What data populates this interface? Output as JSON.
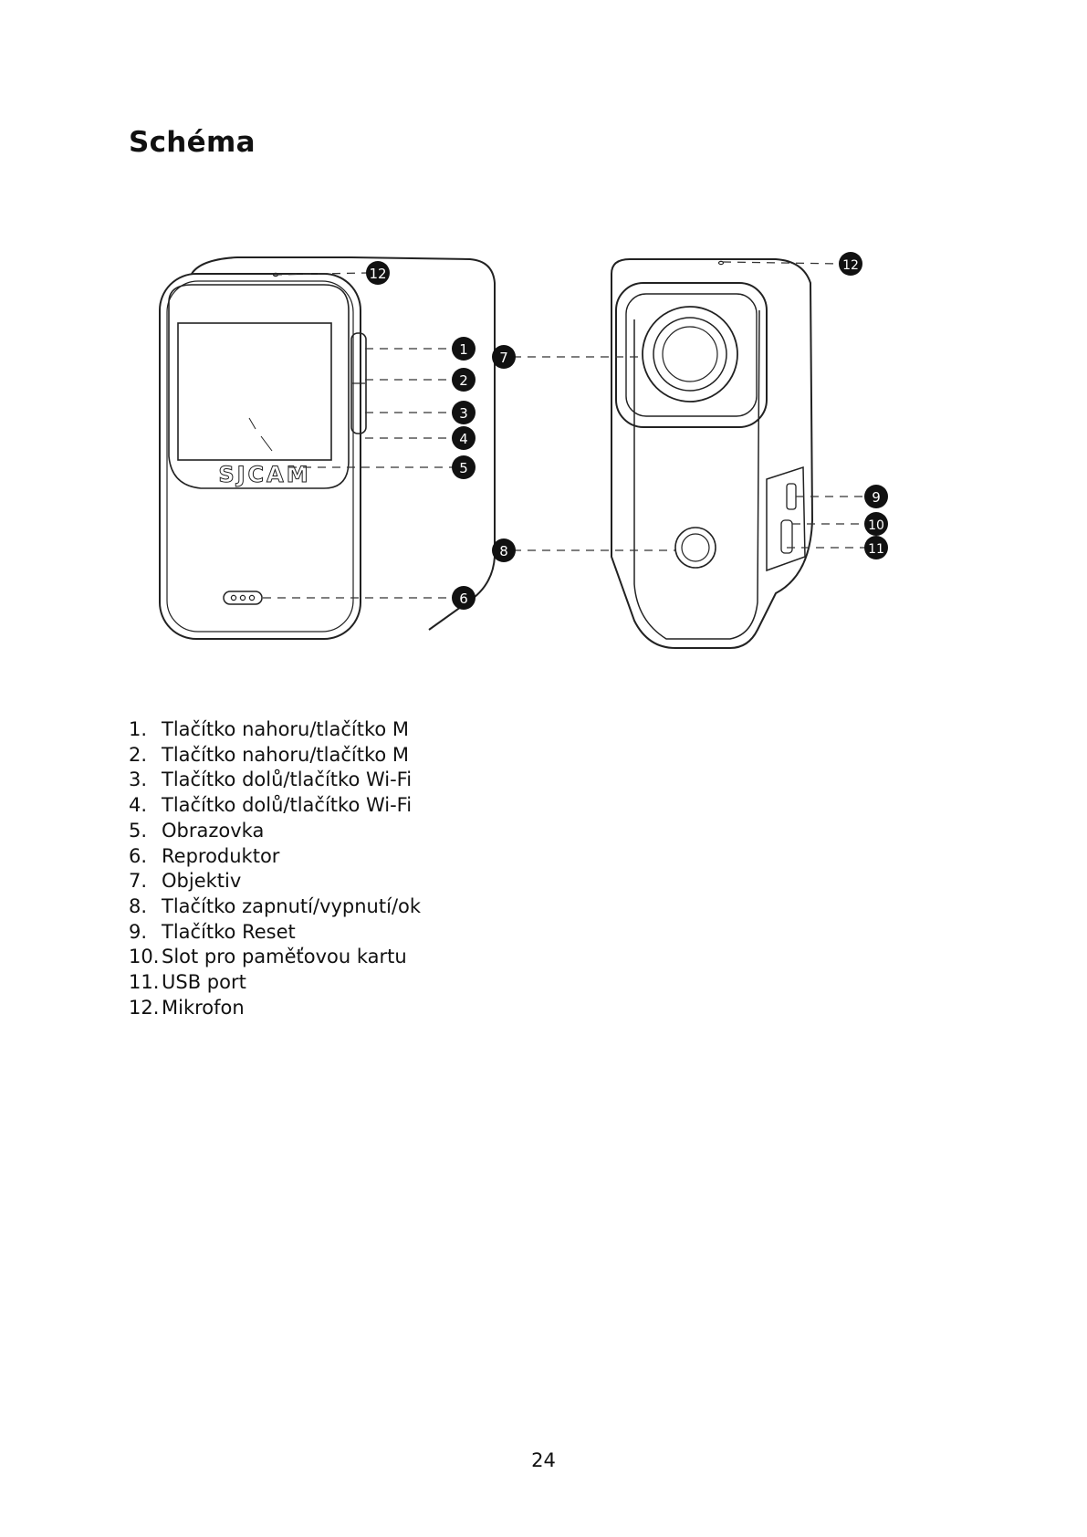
{
  "page": {
    "title": "Schéma",
    "page_number": "24"
  },
  "figure": {
    "brand_logo": "SJCAM",
    "callouts": [
      "1",
      "2",
      "3",
      "4",
      "5",
      "6",
      "7",
      "8",
      "9",
      "10",
      "11",
      "12"
    ]
  },
  "parts": [
    {
      "number": "1.",
      "label": "Tlačítko nahoru/tlačítko M"
    },
    {
      "number": "2.",
      "label": "Tlačítko nahoru/tlačítko M"
    },
    {
      "number": "3.",
      "label": "Tlačítko dolů/tlačítko Wi-Fi"
    },
    {
      "number": "4.",
      "label": "Tlačítko dolů/tlačítko Wi-Fi"
    },
    {
      "number": "5.",
      "label": "Obrazovka"
    },
    {
      "number": "6.",
      "label": "Reproduktor"
    },
    {
      "number": "7.",
      "label": "Objektiv"
    },
    {
      "number": "8.",
      "label": "Tlačítko zapnutí/vypnutí/ok"
    },
    {
      "number": "9.",
      "label": "Tlačítko Reset"
    },
    {
      "number": "10.",
      "label": "Slot pro paměťovou kartu"
    },
    {
      "number": "11.",
      "label": "USB port"
    },
    {
      "number": "12.",
      "label": "Mikrofon"
    }
  ]
}
